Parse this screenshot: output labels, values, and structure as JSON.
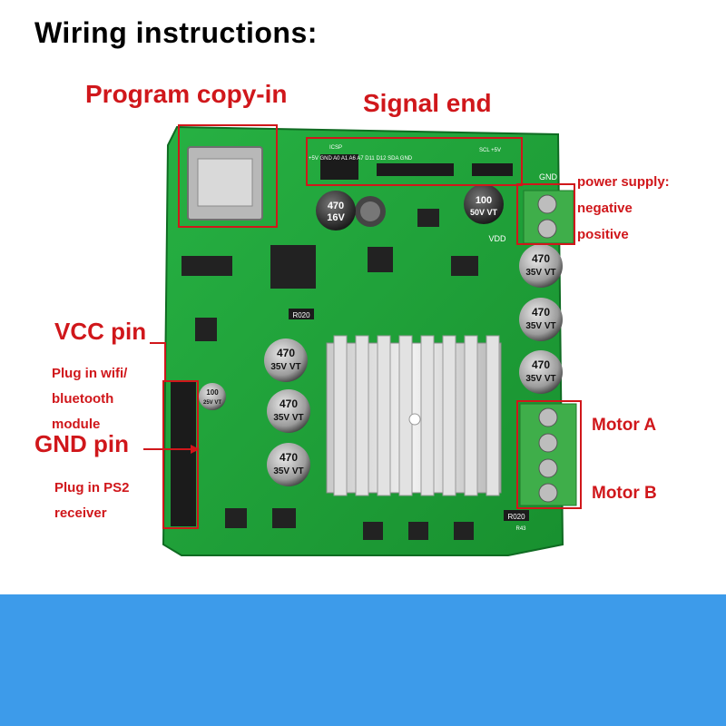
{
  "title": "Wiring instructions:",
  "labels": {
    "program": "Program copy-in",
    "signal": "Signal end",
    "power_title": "power supply:",
    "power_negative": "negative",
    "power_positive": "positive",
    "vcc": "VCC pin",
    "wifi_line1": "Plug in wifi/",
    "wifi_line2": "bluetooth",
    "wifi_line3": "module",
    "gnd": "GND pin",
    "ps2_line1": "Plug in PS2",
    "ps2_line2": "receiver",
    "motor_a": "Motor A",
    "motor_b": "Motor B"
  },
  "silkscreen": {
    "gnd_top": "GND",
    "vdd": "VDD",
    "icsp": "ICSP",
    "header_pins": "+5V  GND  A0  A1  A6  A7  D11 D12  SDA  GND",
    "scl": "SCL   +5V",
    "res_r020": "R020",
    "res_r020b": "R020",
    "res_r43": "R43"
  },
  "capacitors": [
    {
      "v1": "470",
      "v2": "16V"
    },
    {
      "v1": "100",
      "v2": "50V VT"
    },
    {
      "v1": "470",
      "v2": "35V VT"
    },
    {
      "v1": "470",
      "v2": "35V VT"
    },
    {
      "v1": "470",
      "v2": "35V VT"
    },
    {
      "v1": "470",
      "v2": "35V VT"
    },
    {
      "v1": "470",
      "v2": "35V VT"
    },
    {
      "v1": "470",
      "v2": "35V VT"
    },
    {
      "v1": "100",
      "v2": "25V VT"
    }
  ],
  "colors": {
    "annotation_red": "#d0171b",
    "board_green": "#1fa23a",
    "terminal_green": "#3fae4a",
    "bottom_band": "#3d9bea"
  }
}
